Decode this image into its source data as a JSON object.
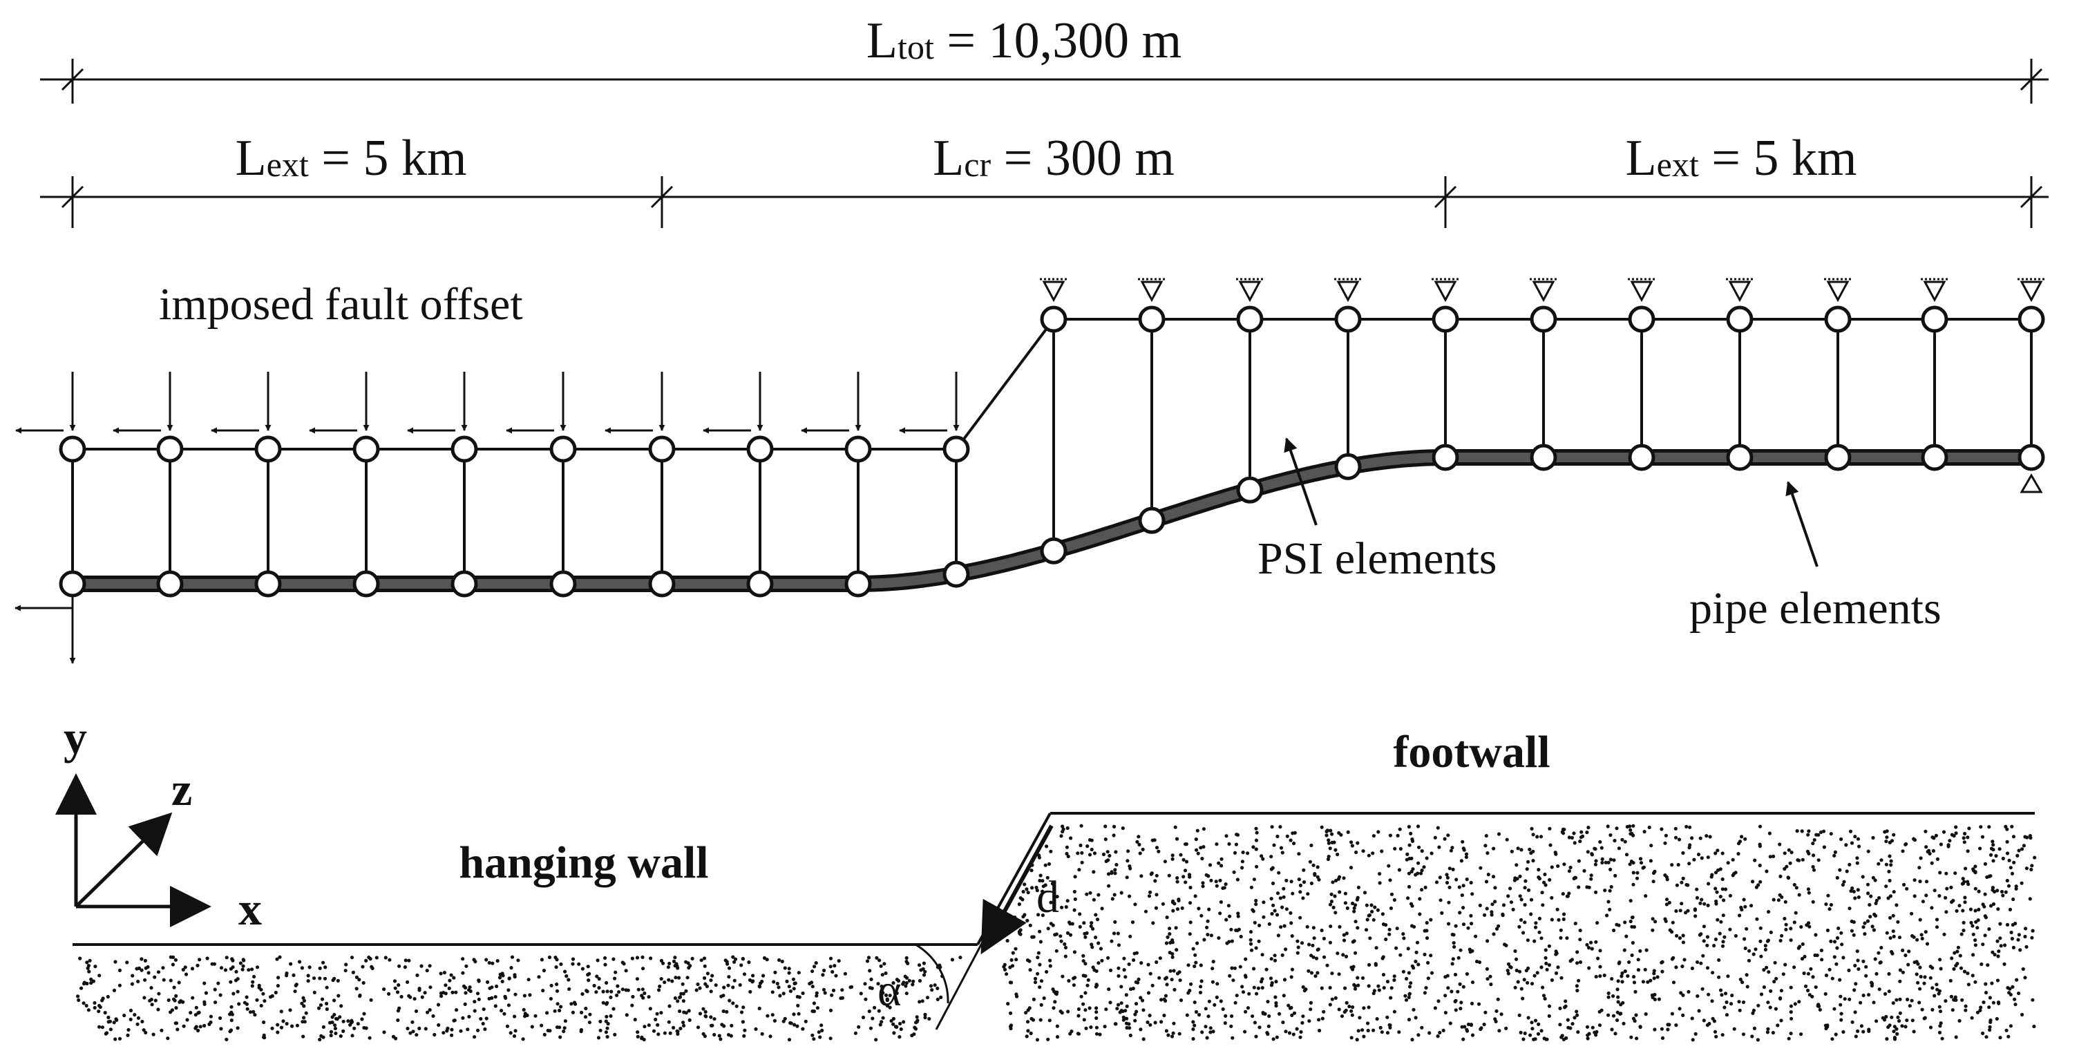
{
  "dimensions": {
    "total": {
      "symbol": "L",
      "subscript": "tot",
      "value": " = 10,300 m"
    },
    "left": {
      "symbol": "L",
      "subscript": "ext",
      "value": " = 5 km"
    },
    "middle": {
      "symbol": "L",
      "subscript": "cr",
      "value": " = 300 m"
    },
    "right": {
      "symbol": "L",
      "subscript": "ext",
      "value": " = 5 km"
    }
  },
  "model": {
    "imposed_label": "imposed fault offset",
    "psi_label": "PSI elements",
    "pipe_label": "pipe elements"
  },
  "ground": {
    "footwall_label": "footwall",
    "hanging_wall_label": "hanging wall",
    "offset_label": "d",
    "dip_label": "α"
  },
  "axes": {
    "x": "x",
    "y": "y",
    "z": "z"
  },
  "colors": {
    "line": "#111111",
    "pipe": "#555555",
    "background": "#ffffff"
  }
}
